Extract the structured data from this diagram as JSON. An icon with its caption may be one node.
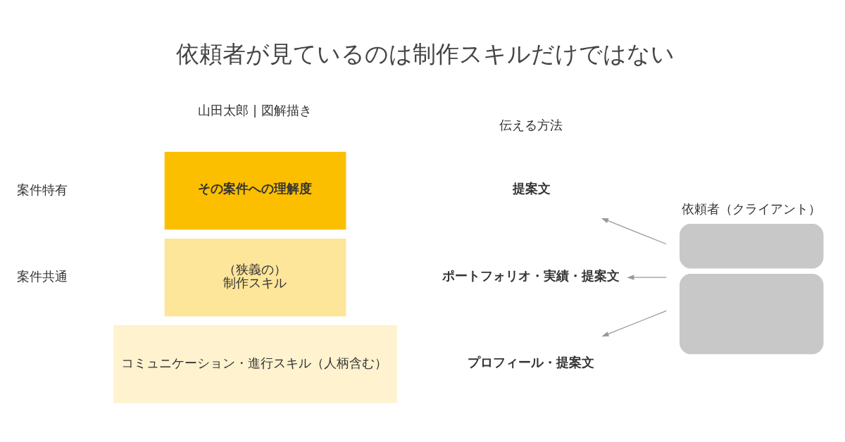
{
  "diagram": {
    "title": "依頼者が見ているのは制作スキルだけではない",
    "nodes": [
      {
        "text": [
          "その案件への理解度"
        ]
      },
      {
        "text": [
          "（狭義の）",
          "制作スキル"
        ]
      },
      {
        "text": [
          "コミュニケーション・進行スキル（人柄含む）"
        ]
      },
      {
        "text": [
          "提案文"
        ]
      },
      {
        "text": [
          "ポートフォリオ・実績・提案文"
        ]
      },
      {
        "text": [
          "プロフィール・提案文"
        ]
      },
      {
        "text": [
          "依頼者（クライアント）"
        ]
      }
    ],
    "edges": [
      {
        "from": 6,
        "to": 3,
        "arrow": "to"
      },
      {
        "from": 6,
        "to": 4,
        "arrow": "to"
      },
      {
        "from": 6,
        "to": 5,
        "arrow": "to"
      }
    ],
    "labels": [
      "伝える方法",
      "案件特有",
      "案件共通",
      "山田太郎 | 図解描き"
    ]
  }
}
